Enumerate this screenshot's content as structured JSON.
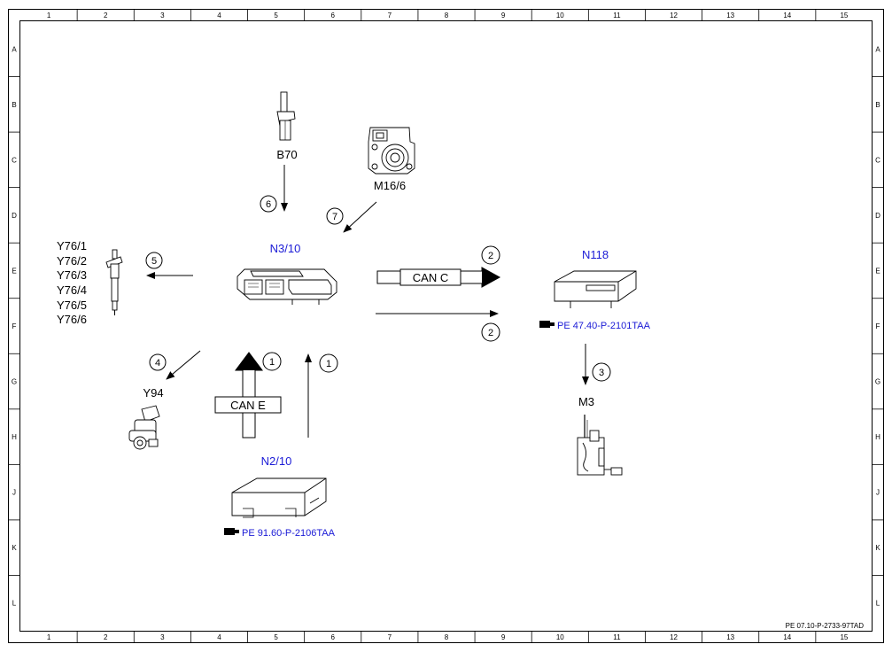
{
  "grid": {
    "columns": [
      "1",
      "2",
      "3",
      "4",
      "5",
      "6",
      "7",
      "8",
      "9",
      "10",
      "11",
      "12",
      "13",
      "14",
      "15"
    ],
    "rows": [
      "A",
      "B",
      "C",
      "D",
      "E",
      "F",
      "G",
      "H",
      "J",
      "K",
      "L"
    ]
  },
  "document_id": "PE 07.10-P-2733-97TAD",
  "components": {
    "ecu": "N3/10",
    "crank_sensor": "B70",
    "throttle": "M16/6",
    "injectors": [
      "Y76/1",
      "Y76/2",
      "Y76/3",
      "Y76/4",
      "Y76/5",
      "Y76/6"
    ],
    "valve": "Y94",
    "control_unit_right": "N118",
    "control_unit_right_ref": "PE 47.40-P-2101TAA",
    "fuel_pump": "M3",
    "control_unit_bottom": "N2/10",
    "control_unit_bottom_ref": "PE 91.60-P-2106TAA"
  },
  "buses": {
    "can_c": "CAN C",
    "can_e": "CAN E"
  },
  "markers": {
    "m1a": "1",
    "m1b": "1",
    "m2a": "2",
    "m2b": "2",
    "m3": "3",
    "m4": "4",
    "m5": "5",
    "m6": "6",
    "m7": "7"
  },
  "colors": {
    "blue_label": "#1a1ad6",
    "line": "#000000"
  }
}
